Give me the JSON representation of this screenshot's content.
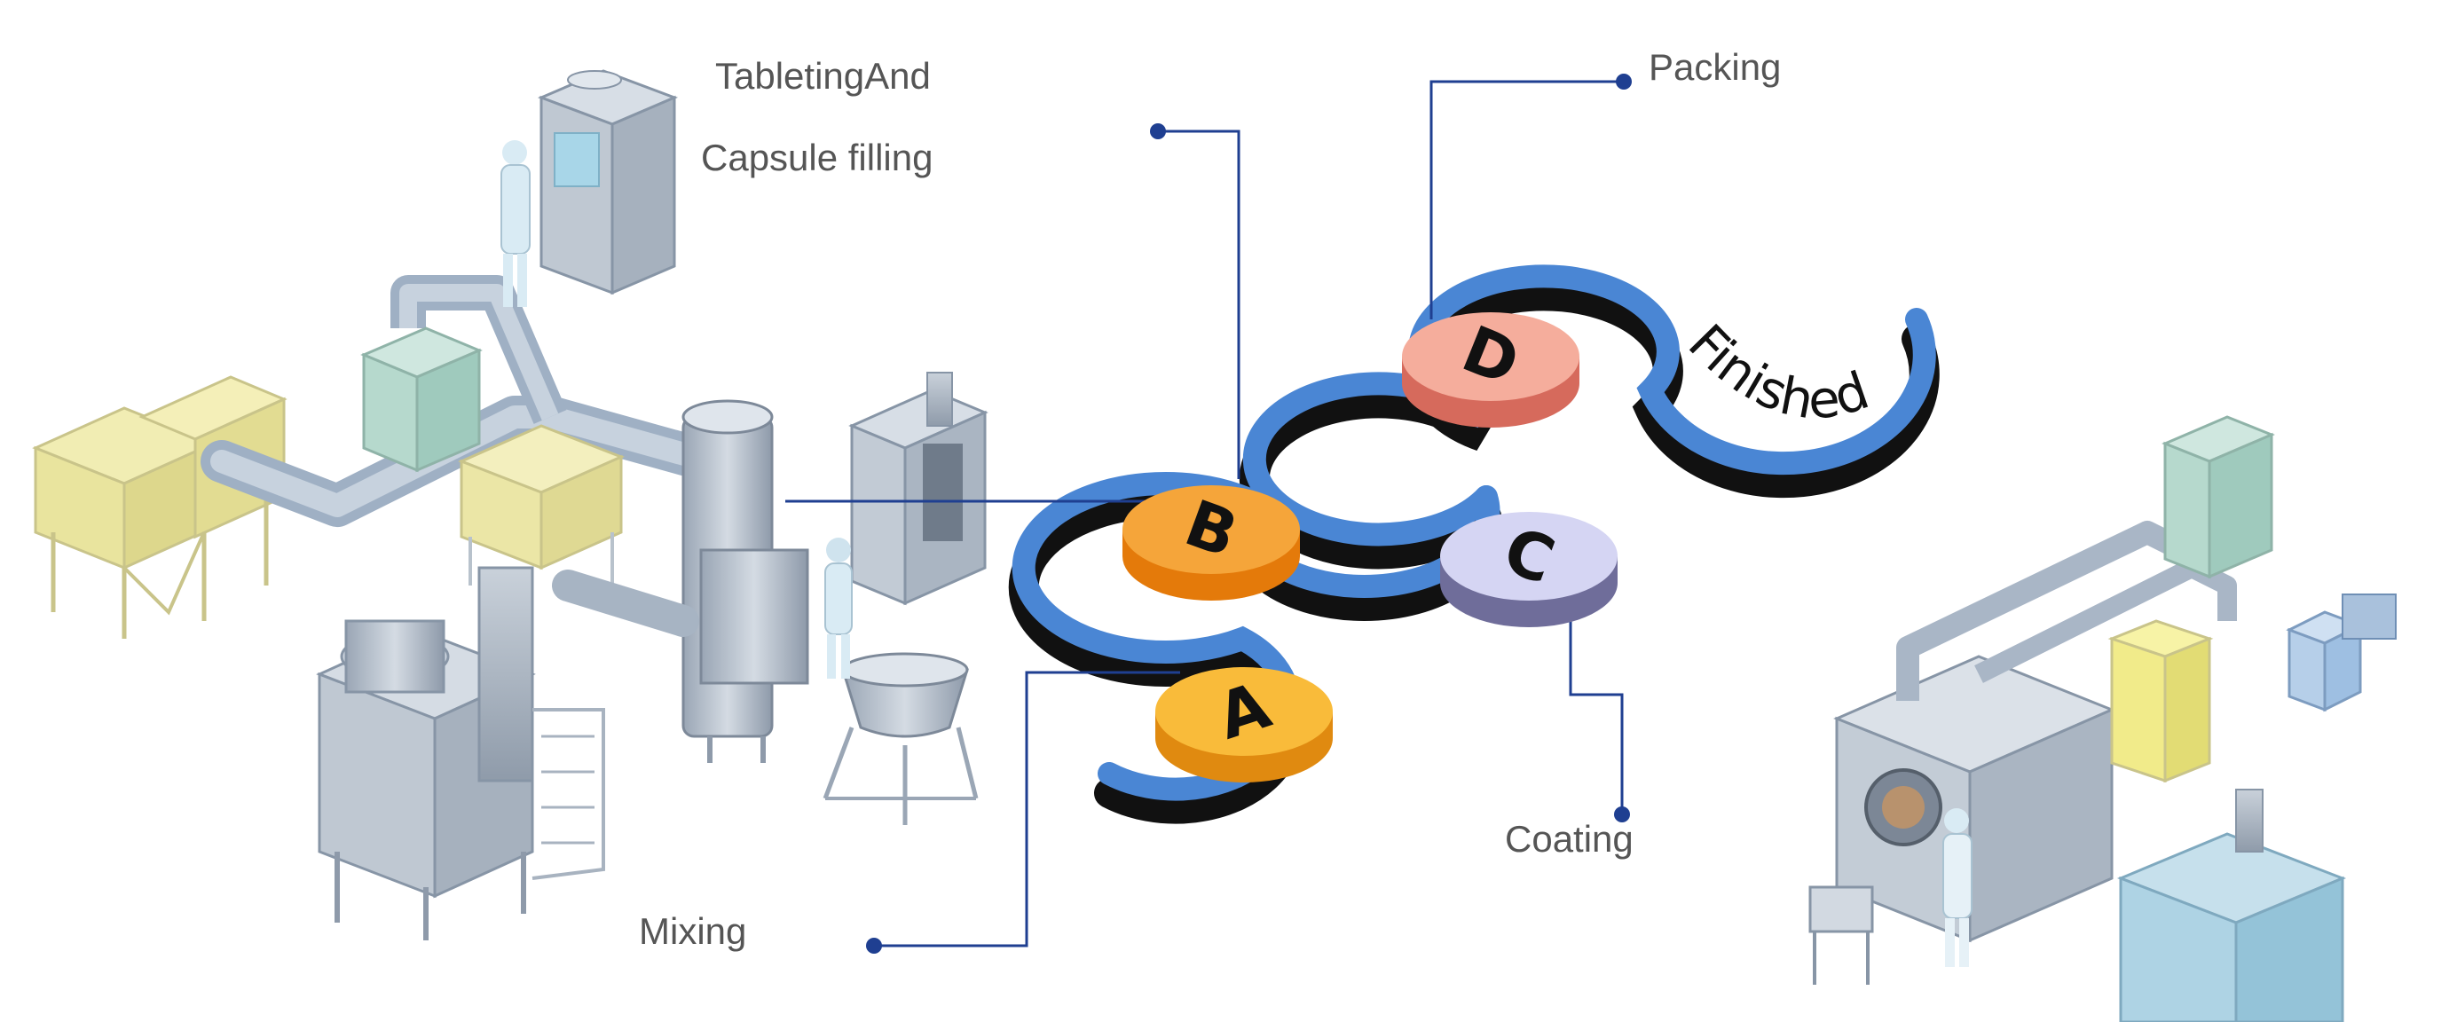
{
  "labels": {
    "tableting_line1": "TabletingAnd",
    "tableting_line2": "Capsule filling",
    "packing": "Packing",
    "coating": "Coating",
    "mixing": "Mixing",
    "finished": "Finished"
  },
  "stages": [
    {
      "letter": "A",
      "name": "Mixing",
      "color": "#f7a91e"
    },
    {
      "letter": "B",
      "name": "Tableting And Capsule filling",
      "color": "#f29a27"
    },
    {
      "letter": "C",
      "name": "Coating",
      "color": "#c9c9ee"
    },
    {
      "letter": "D",
      "name": "Packing",
      "color": "#f2a496"
    }
  ],
  "colors": {
    "track": "#4a86d4",
    "track_shadow": "#111111",
    "connector": "#1f3f91",
    "equipment": "#b9c3cf",
    "equipment_dark": "#8f9aa8",
    "pipe": "#a9b6c6",
    "hopper": "#efeaa0",
    "cabinet": "#b8dcd4"
  }
}
